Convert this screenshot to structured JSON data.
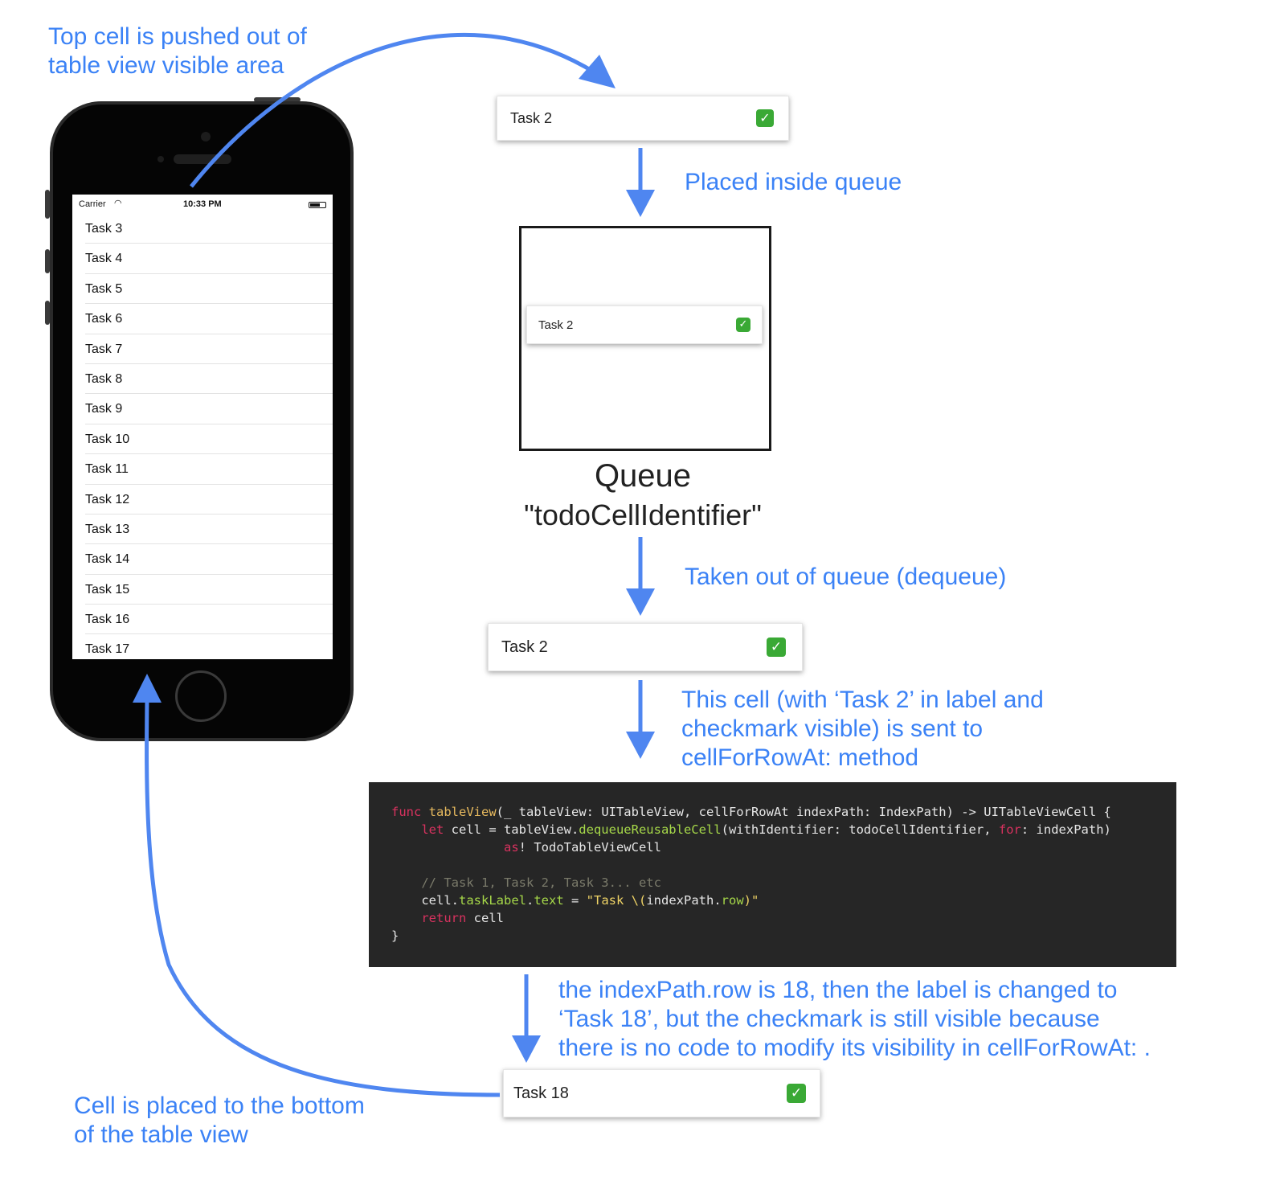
{
  "notes": {
    "top_cell_pushed": [
      "Top cell is pushed out of",
      "table view visible area"
    ],
    "placed_inside_queue": "Placed inside queue",
    "taken_out": "Taken out of queue (dequeue)",
    "sent_to_method": [
      "This cell (with ‘Task 2’ in label and",
      "checkmark visible) is sent to",
      "cellForRowAt: method"
    ],
    "index_path": [
      "the indexPath.row is 18, then the label is changed to",
      "‘Task 18’, but the checkmark is still visible because",
      "there is no code to modify its visibility in cellForRowAt: ."
    ],
    "cell_placed_bottom": [
      "Cell is placed to the bottom",
      "of the table view"
    ]
  },
  "phone": {
    "carrier": "Carrier",
    "time": "10:33 PM",
    "rows": [
      "Task 3",
      "Task 4",
      "Task 5",
      "Task 6",
      "Task 7",
      "Task 8",
      "Task 9",
      "Task 10",
      "Task 11",
      "Task 12",
      "Task 13",
      "Task 14",
      "Task 15",
      "Task 16",
      "Task 17"
    ]
  },
  "cells": {
    "top": "Task 2",
    "in_queue": "Task 2",
    "dequeued": "Task 2",
    "bottom": "Task 18"
  },
  "checkmark": "✓",
  "queue": {
    "title": "Queue",
    "identifier": "\"todoCellIdentifier\""
  },
  "code": [
    [
      [
        "k",
        "func "
      ],
      [
        "f",
        "tableView"
      ],
      [
        "p",
        "(_ tableView: UITableView, cellForRowAt indexPath: IndexPath) -> UITableViewCell {"
      ]
    ],
    [
      [
        "p",
        "    "
      ],
      [
        "k",
        "let "
      ],
      [
        "p",
        "cell = tableView."
      ],
      [
        "m",
        "dequeueReusableCell"
      ],
      [
        "p",
        "(withIdentifier: todoCellIdentifier, "
      ],
      [
        "k",
        "for"
      ],
      [
        "p",
        ": indexPath)"
      ]
    ],
    [
      [
        "p",
        "               "
      ],
      [
        "k",
        "as"
      ],
      [
        "p",
        "! TodoTableViewCell"
      ]
    ],
    [
      [
        "p",
        ""
      ]
    ],
    [
      [
        "p",
        "    "
      ],
      [
        "c",
        "// Task 1, Task 2, Task 3... etc"
      ]
    ],
    [
      [
        "p",
        "    cell."
      ],
      [
        "m",
        "taskLabel"
      ],
      [
        "p",
        "."
      ],
      [
        "m",
        "text"
      ],
      [
        "p",
        " = "
      ],
      [
        "s",
        "\"Task \\("
      ],
      [
        "p",
        "indexPath."
      ],
      [
        "m",
        "row"
      ],
      [
        "s",
        ")\""
      ]
    ],
    [
      [
        "p",
        "    "
      ],
      [
        "k",
        "return "
      ],
      [
        "p",
        "cell"
      ]
    ],
    [
      [
        "p",
        "}"
      ]
    ]
  ],
  "colors": {
    "annotation": "#3b82f6",
    "check": "#3aa935",
    "code_bg": "#262626"
  }
}
